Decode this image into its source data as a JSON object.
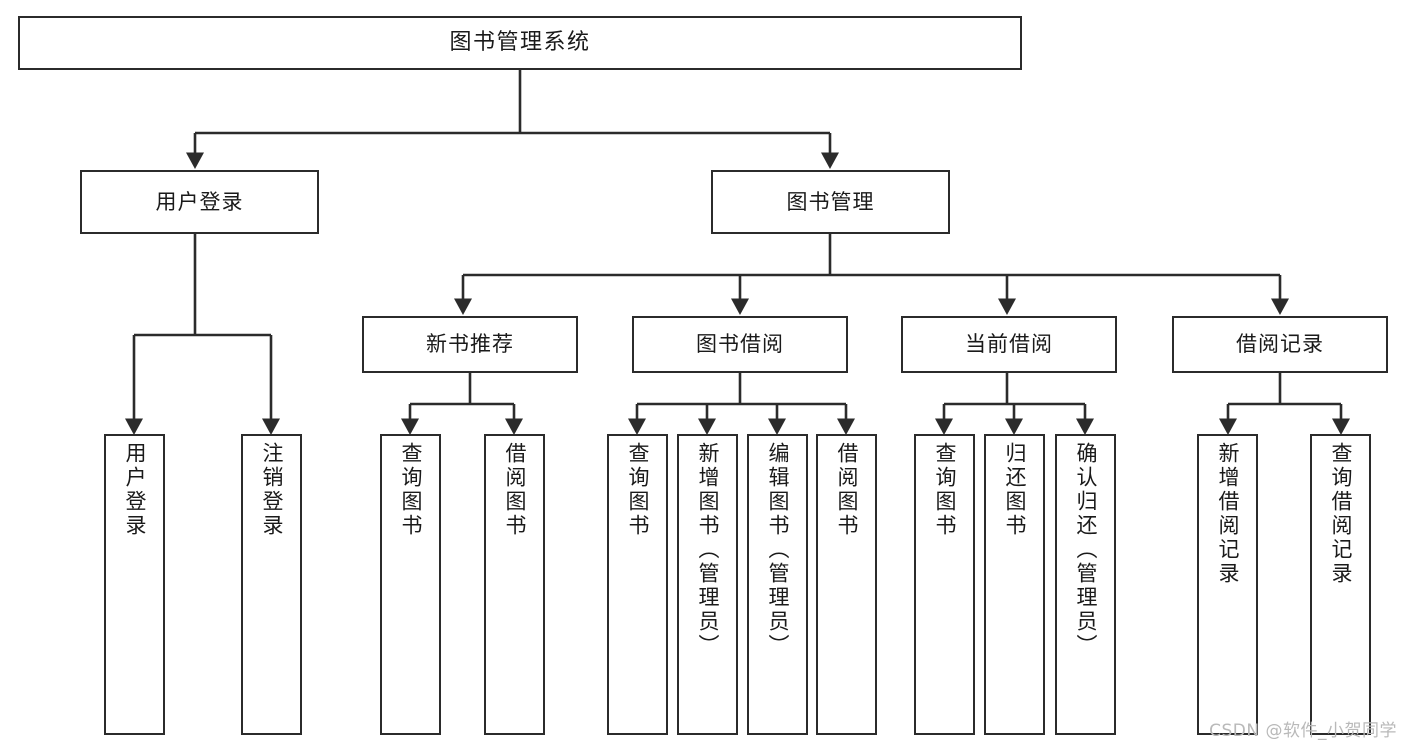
{
  "diagram": {
    "type": "tree",
    "title": "图书管理系统",
    "orientation": "top-down",
    "colors": {
      "box_border": "#2b2b2b",
      "box_fill": "#ffffff",
      "edge": "#2b2b2b",
      "text": "#1a1a1a",
      "watermark": "#b9b9b9",
      "background": "#ffffff"
    }
  },
  "nodes": {
    "root": {
      "label": "图书管理系统"
    },
    "level1": [
      {
        "id": "user-login",
        "label": "用户登录"
      },
      {
        "id": "book-manage",
        "label": "图书管理"
      }
    ],
    "level2": [
      {
        "id": "new-book-recommend",
        "label": "新书推荐"
      },
      {
        "id": "book-borrow",
        "label": "图书借阅"
      },
      {
        "id": "current-borrow",
        "label": "当前借阅"
      },
      {
        "id": "borrow-record",
        "label": "借阅记录"
      }
    ],
    "leaves": {
      "user_login": [
        {
          "id": "leaf-user-login",
          "label": "用户登录"
        },
        {
          "id": "leaf-logout-login",
          "label": "注销登录"
        }
      ],
      "new_book_recommend": [
        {
          "id": "leaf-query-book-1",
          "label": "查询图书"
        },
        {
          "id": "leaf-borrow-book-1",
          "label": "借阅图书"
        }
      ],
      "book_borrow": [
        {
          "id": "leaf-query-book-2",
          "label": "查询图书"
        },
        {
          "id": "leaf-add-book",
          "label": "新增图书（管理员）"
        },
        {
          "id": "leaf-edit-book",
          "label": "编辑图书（管理员）"
        },
        {
          "id": "leaf-borrow-book-2",
          "label": "借阅图书"
        }
      ],
      "current_borrow": [
        {
          "id": "leaf-query-book-3",
          "label": "查询图书"
        },
        {
          "id": "leaf-return-book",
          "label": "归还图书"
        },
        {
          "id": "leaf-confirm-return",
          "label": "确认归还（管理员）"
        }
      ],
      "borrow_record": [
        {
          "id": "leaf-add-record",
          "label": "新增借阅记录"
        },
        {
          "id": "leaf-query-record",
          "label": "查询借阅记录"
        }
      ]
    }
  },
  "watermark": {
    "text": "CSDN @软件_小贺同学"
  }
}
